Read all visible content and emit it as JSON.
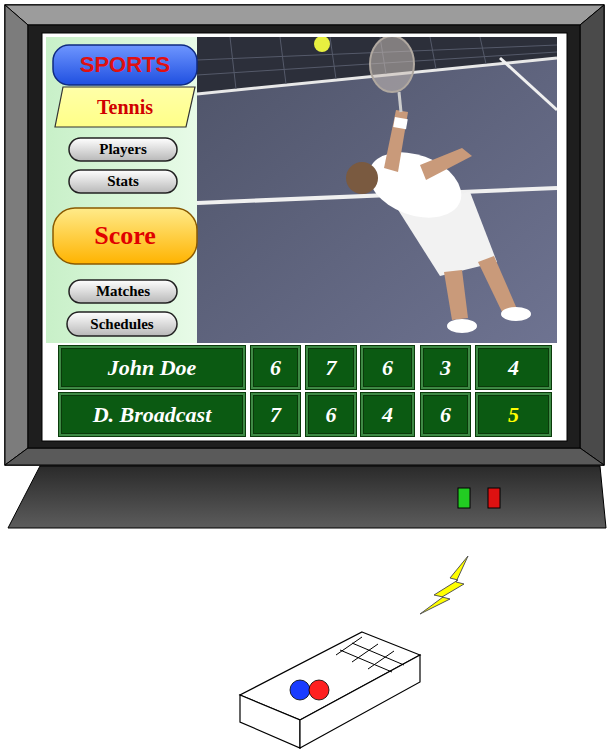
{
  "diagram": {
    "nodes": [
      {
        "text": [
          "SPORTS"
        ]
      },
      {
        "text": [
          "Tennis"
        ]
      },
      {
        "text": [
          "Players"
        ]
      },
      {
        "text": [
          "Stats"
        ]
      },
      {
        "text": [
          "Score"
        ]
      },
      {
        "text": [
          "Matches"
        ]
      },
      {
        "text": [
          "Schedules"
        ]
      }
    ],
    "labels": [
      "John Doe",
      "6",
      "7",
      "6",
      "3",
      "4",
      "D. Broadcast",
      "7",
      "6",
      "4",
      "6",
      "5"
    ]
  }
}
